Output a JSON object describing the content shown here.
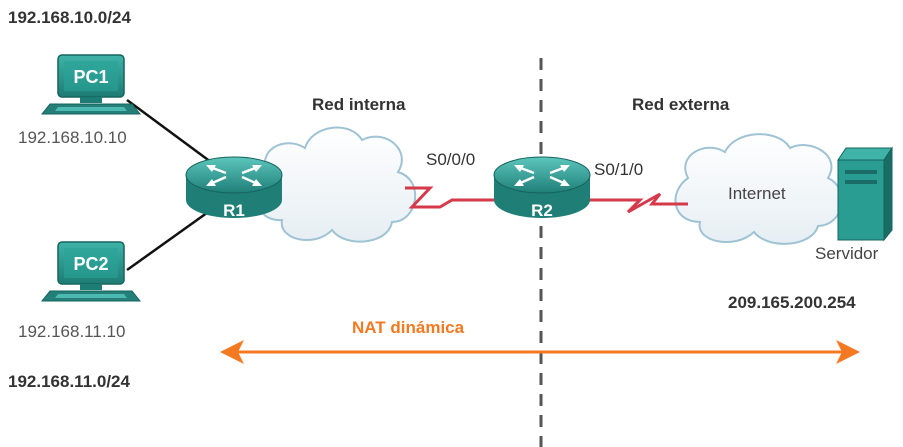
{
  "networks": {
    "lan1": "192.168.10.0/24",
    "lan2": "192.168.11.0/24"
  },
  "hosts": {
    "pc1": {
      "label": "PC1",
      "ip": "192.168.10.10"
    },
    "pc2": {
      "label": "PC2",
      "ip": "192.168.11.10"
    }
  },
  "routers": {
    "r1": "R1",
    "r2": "R2"
  },
  "interfaces": {
    "r2_s000": "S0/0/0",
    "r2_s010": "S0/1/0"
  },
  "zones": {
    "inside": "Red interna",
    "outside": "Red externa"
  },
  "internet": "Internet",
  "server": {
    "label": "Servidor",
    "ip": "209.165.200.254"
  },
  "nat": "NAT dinámica",
  "colors": {
    "device_teal": "#2a9d93",
    "serial_link": "#d63a4a",
    "nat_arrow": "#f47920",
    "divider": "#555555"
  }
}
